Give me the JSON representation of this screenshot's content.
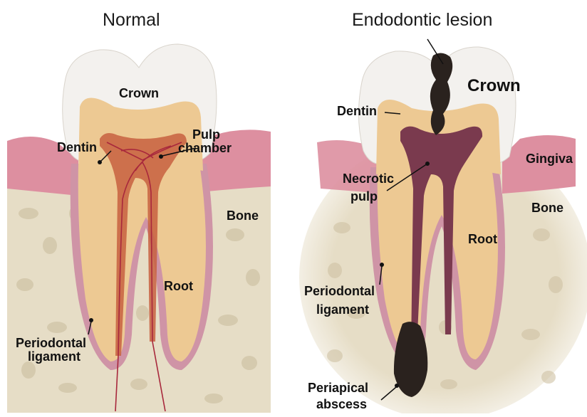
{
  "panels": [
    {
      "title": "Normal",
      "labels": {
        "crown": "Crown",
        "dentin": "Dentin",
        "pulp_line1": "Pulp",
        "pulp_line2": "chamber",
        "bone": "Bone",
        "root": "Root",
        "pdl_line1": "Periodontal",
        "pdl_line2": "ligament"
      }
    },
    {
      "title": "Endodontic lesion",
      "labels": {
        "crown": "Crown",
        "dentin": "Dentin",
        "gingiva": "Gingiva",
        "necrotic_line1": "Necrotic",
        "necrotic_line2": "pulp",
        "bone": "Bone",
        "root": "Root",
        "pdl_line1": "Periodontal",
        "pdl_line2": "ligament",
        "abscess_line1": "Periapical",
        "abscess_line2": "abscess"
      }
    }
  ],
  "colors": {
    "bone": "#e6ddc6",
    "bone_spot": "#cfc2a4",
    "gum": "#dd8fa0",
    "enamel": "#f3f1ee",
    "dentin": "#edc993",
    "pdl": "#cf94a6",
    "pulp_normal": "#c7603f",
    "vessel": "#a8283c",
    "pulp_necrotic": "#7a3a4e",
    "decay": "#2a221e"
  }
}
